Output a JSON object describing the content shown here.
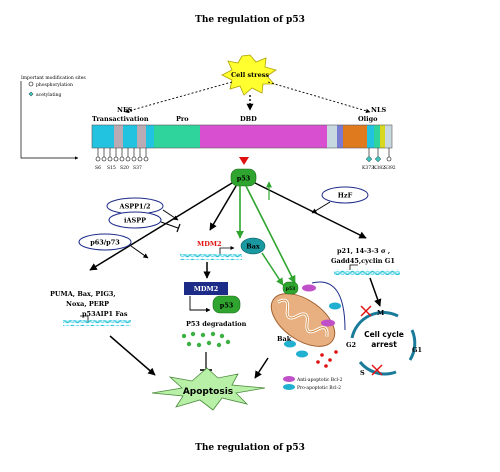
{
  "title_top": "The regulation of p53",
  "title_bottom": "The regulation of p53",
  "stress": "Cell stress",
  "legend": {
    "heading": "Important modification sites",
    "phos": "phosphorylation",
    "acet": "acetylating"
  },
  "domains": {
    "nes": "NES",
    "trans": "Transactivation",
    "pro": "Pro",
    "dbd": "DBD",
    "nls": "NLS",
    "oligo": "Oligo"
  },
  "sites": {
    "s6": "S6",
    "s15": "S15",
    "s20": "S20",
    "s37": "S37",
    "k373": "K373",
    "k382": "K382",
    "s392": "S392"
  },
  "p53": "p53",
  "aspp": "ASPP1/2",
  "iaspp": "iASPP",
  "p63": "p63/p73",
  "hzf": "HzF",
  "mdm2": "MDM2",
  "bax": "Bax",
  "bak": "Bak",
  "apop_targets": [
    "PUMA, Bax, PIG3,",
    "Noxa, PERP",
    "p53AIP1 Fas"
  ],
  "cc_targets": [
    "p21, 14-3-3 σ ,",
    "Gadd45,cyclin G1"
  ],
  "degradation": "P53 degradation",
  "apoptosis": "Apoptosis",
  "cycle": {
    "m": "M",
    "g2": "G2",
    "g1": "G1",
    "s": "S",
    "arrest1": "Cell cycle",
    "arrest2": "arrest"
  },
  "legend2": {
    "anti": "Anti-apoptotic Bcl-2",
    "pro": "Pro-apoptotic Bcl-2"
  },
  "colors": {
    "trans": "#22c3e0",
    "pro": "#2fd49c",
    "dbd": "#d84fd0",
    "oligo": "#e07a1e",
    "nls_end": "#d8d820",
    "green": "#2fa52f",
    "navy": "#1d2b88",
    "red": "#e01010"
  }
}
